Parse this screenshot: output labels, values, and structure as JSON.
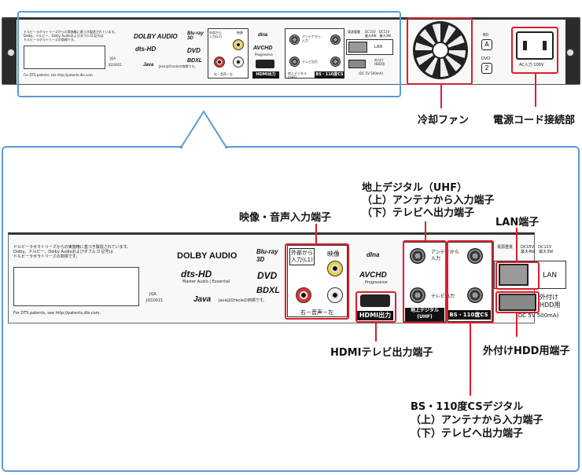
{
  "device_text": {
    "dolby_notice": "ドルビーラボラトリーズからの実施権に基づき製造されています。\nDolby、ドルビー、Dolby Audioおよびダブル D 記号は\nドルビーラボラトリーズの商標です。",
    "dts_notice": "For DTS patents, see http://patents.dts.com.",
    "java_notice": "JavaはOracleの商標です。",
    "dolby_logo": "DOLBY AUDIO",
    "dts_logo": "dts-HD",
    "dts_sub": "Master Audio | Essential",
    "java_logo": "Java",
    "jqa": "JQA",
    "jqa_code": "JQ10021",
    "bluray_logo": "Blu-ray 3D",
    "dvd_logo": "DVD",
    "bdxl_logo": "BDXL",
    "dlna_logo": "dlna",
    "avchd_logo": "AVCHD",
    "avchd_sub": "Progressive",
    "ext_input": "外部から\n入力(L1)",
    "video": "映像",
    "audio_lr": "右－音声－左",
    "hdmi_out": "HDMI出力",
    "uhf_label": "地上デジタル\n(UHF)",
    "antenna_in": "アンテナから\n入力",
    "tv_out": "テレビ出力",
    "bs_label": "BS・110度CS",
    "power_caution": "電源重畳",
    "power_spec": "DC15V　DC11V\n最大4W　最大3W",
    "lan": "LAN",
    "ext_hdd": "外付け\nHDD用",
    "ext_hdd_spec": "(DC 5V 500mA)",
    "bd": "BD",
    "bd_region": "A",
    "dvd": "DVD",
    "dvd_region": "2",
    "ac_input": "AC入力 100V"
  },
  "callouts": {
    "fan": "冷却ファン",
    "power_cord": "電源コード接続部",
    "av_input": "映像・音声入力端子",
    "terrestrial": "地上デジタル（UHF）\n（上）アンテナから入力端子\n（下）テレビへ出力端子",
    "lan_port": "LAN端子",
    "hdmi": "HDMIテレビ出力端子",
    "ext_hdd_port": "外付けHDD用端子",
    "bs_cs": "BS・110度CSデジタル\n（上）アンテナから入力端子\n（下）テレビへ出力端子"
  }
}
